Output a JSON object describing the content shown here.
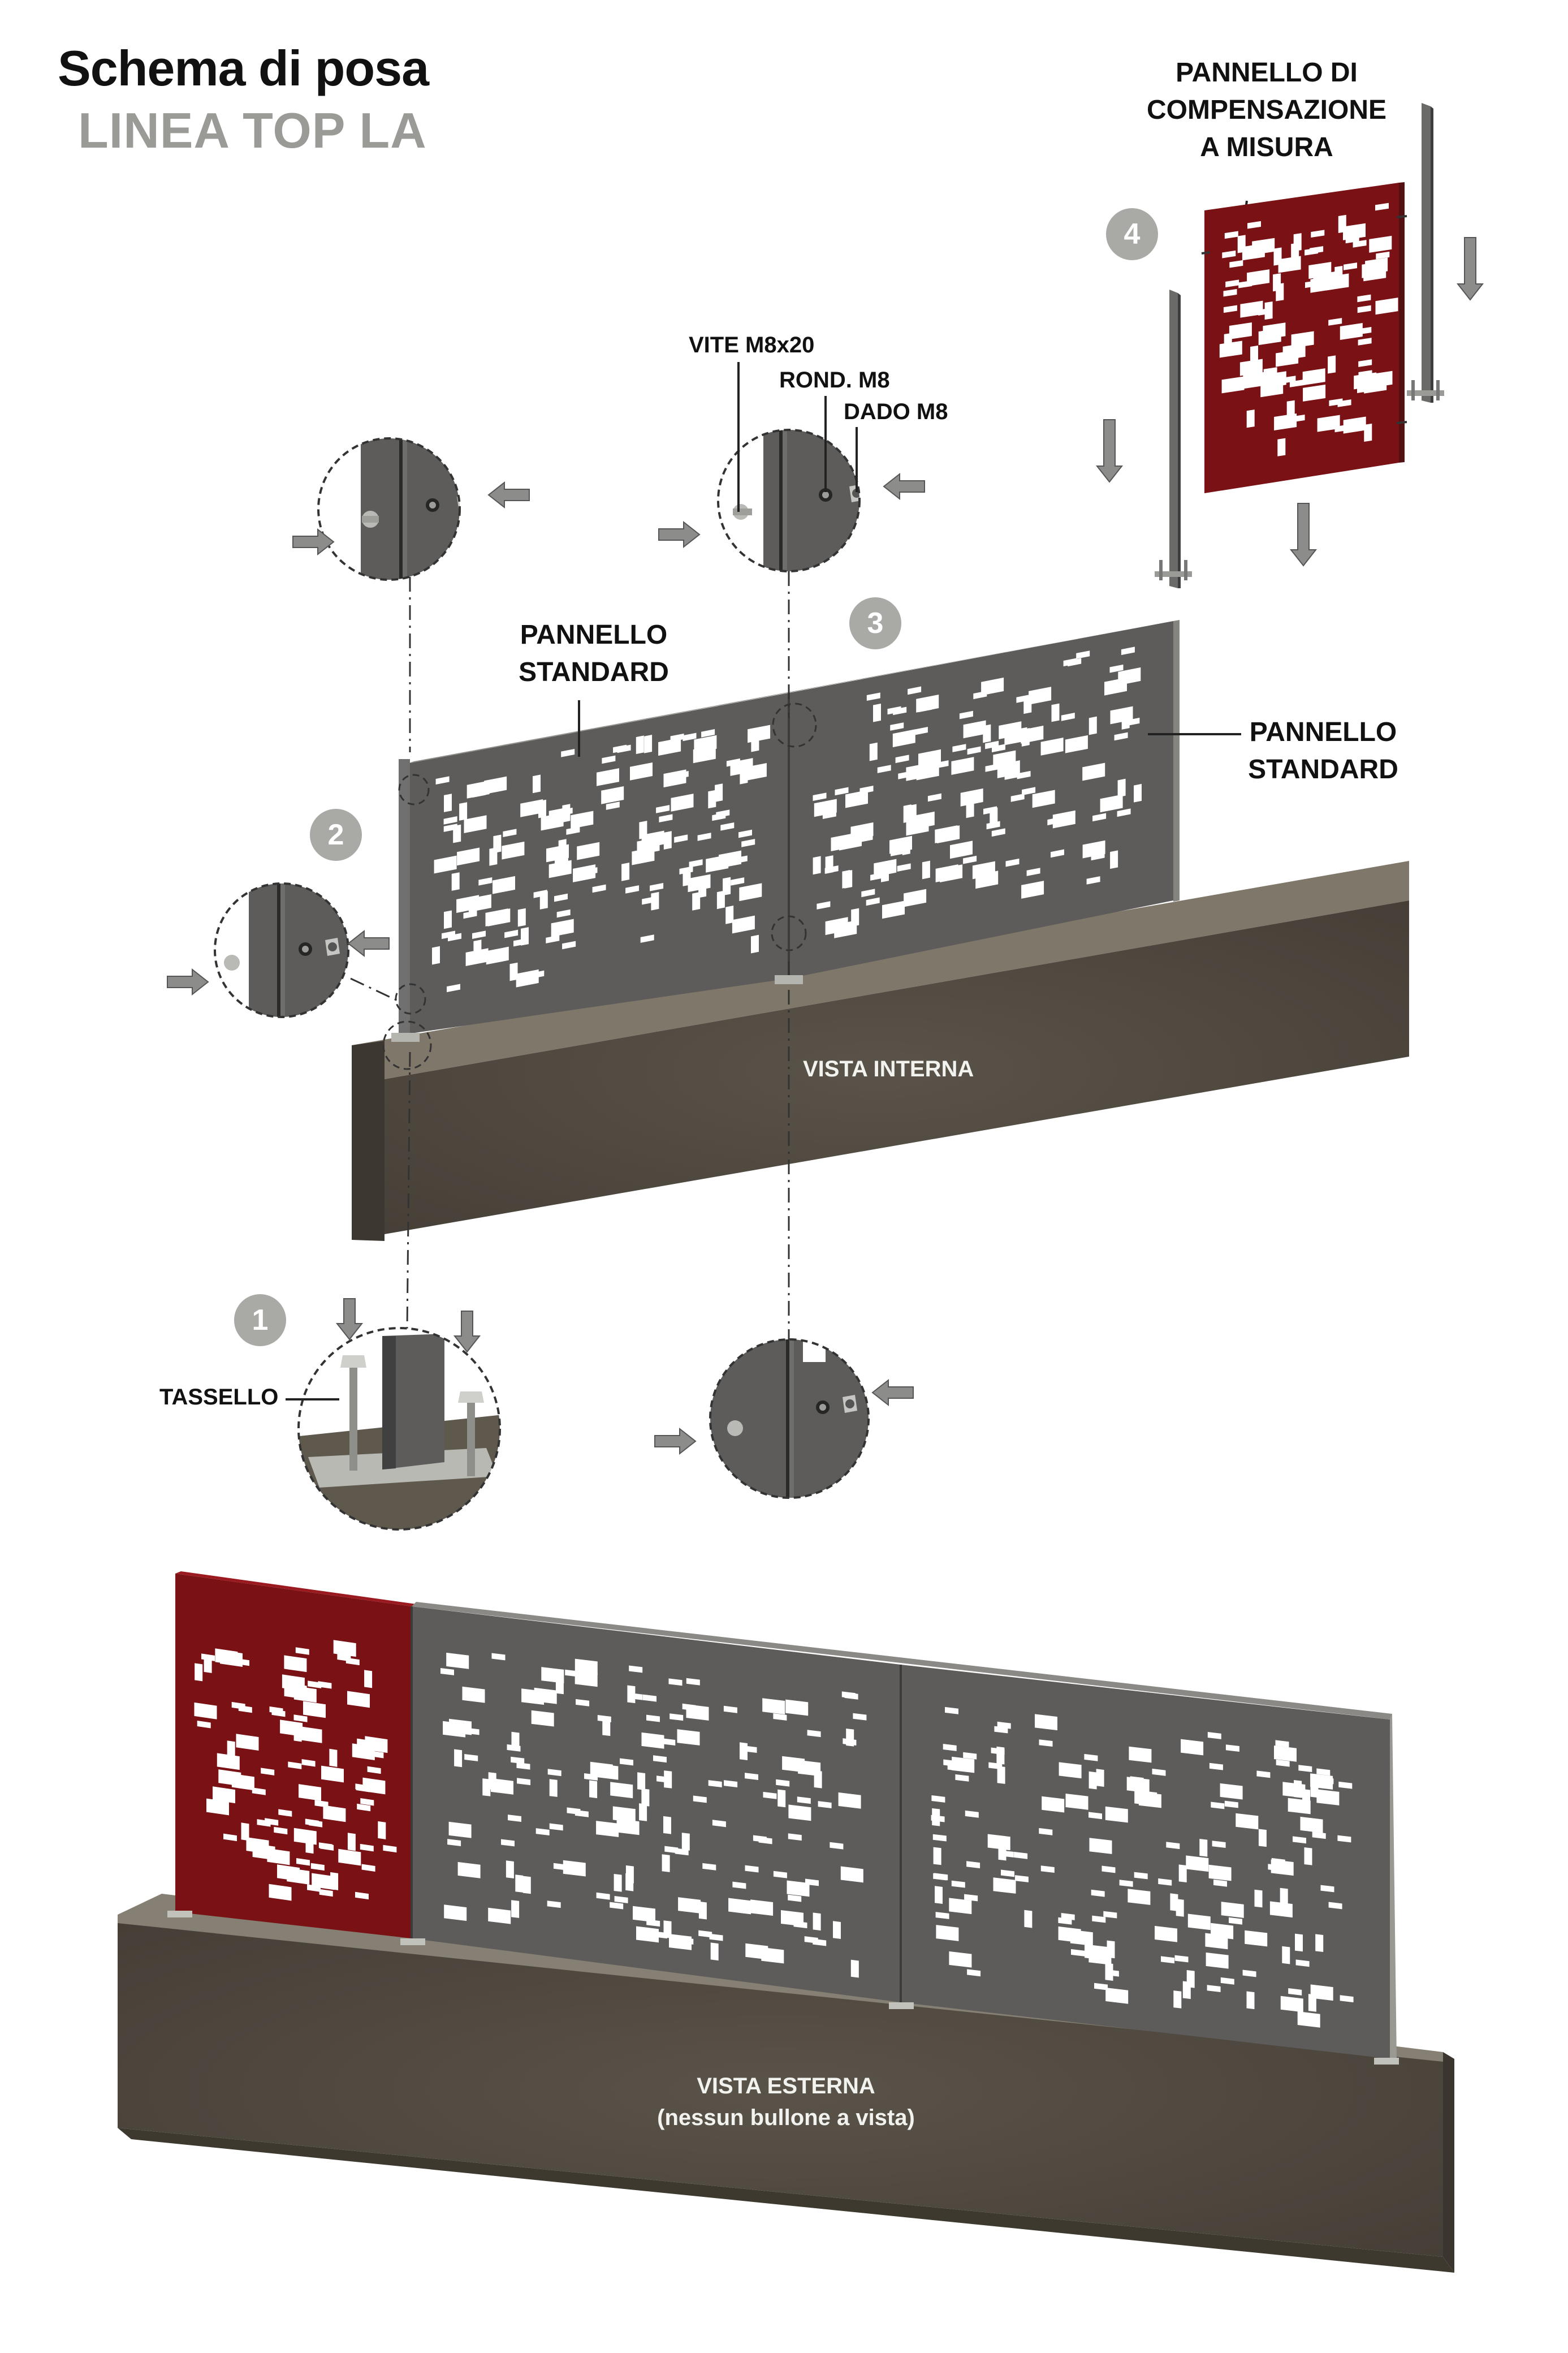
{
  "title": "Schema di posa",
  "subtitle": "LINEA TOP LA",
  "labels": {
    "compensation_panel": [
      "PANNELLO DI",
      "COMPENSAZIONE",
      "A MISURA"
    ],
    "standard_panel_left": [
      "PANNELLO",
      "STANDARD"
    ],
    "standard_panel_right": [
      "PANNELLO",
      "STANDARD"
    ],
    "screw": "VITE M8x20",
    "washer": "ROND. M8",
    "nut": "DADO M8",
    "anchor": "TASSELLO",
    "inner_view": "VISTA INTERNA",
    "outer_view": "VISTA ESTERNA",
    "outer_view_note": "(nessun bullone a vista)"
  },
  "steps": [
    "1",
    "2",
    "3",
    "4"
  ],
  "colors": {
    "panel_grey": "#5d5c5a",
    "panel_red": "#7a1114",
    "concrete": "#4f4a42",
    "badge": "#a9a9a6",
    "arrow": "#8c8c8a",
    "subtitle": "#9a9a96"
  },
  "icons": [
    "arrow-icon",
    "bolt-icon",
    "nut-icon",
    "washer-icon",
    "post-icon",
    "anchor-bolt-icon"
  ]
}
